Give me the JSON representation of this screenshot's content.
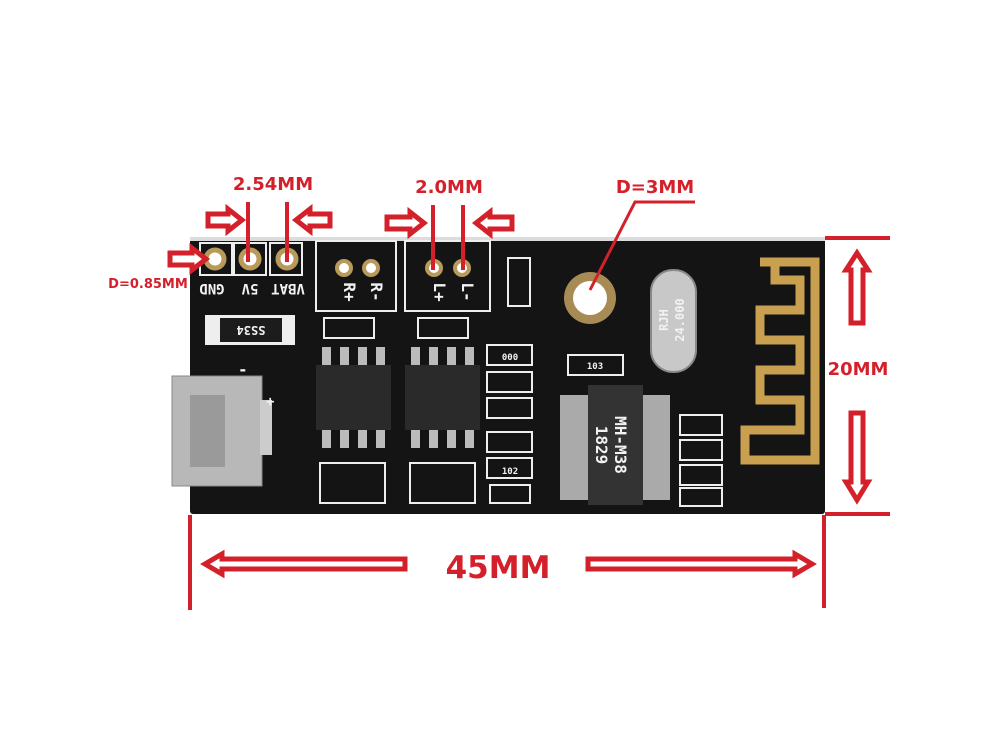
{
  "dimensions": {
    "pin_pitch": "2.54MM",
    "speaker_pitch": "2.0MM",
    "mount_hole": "D=3MM",
    "pin_hole": "D=0.85MM",
    "length": "45MM",
    "width": "20MM"
  },
  "silkscreen": {
    "pin_gnd": "GND",
    "pin_5v": "5V",
    "pin_vbat": "VBAT",
    "r_plus": "R+",
    "r_minus": "R-",
    "l_plus": "L+",
    "l_minus": "L-",
    "diode": "SS34",
    "usb_minus": "-",
    "usb_plus": "+",
    "chip_model": "MH-M38",
    "chip_date": "1829",
    "crystal_brand": "RJH",
    "crystal_freq": "24.000",
    "res_103": "103",
    "res_102": "102",
    "res_000": "000"
  },
  "colors": {
    "annotation": "#d4202a",
    "pcb": "#111111"
  }
}
